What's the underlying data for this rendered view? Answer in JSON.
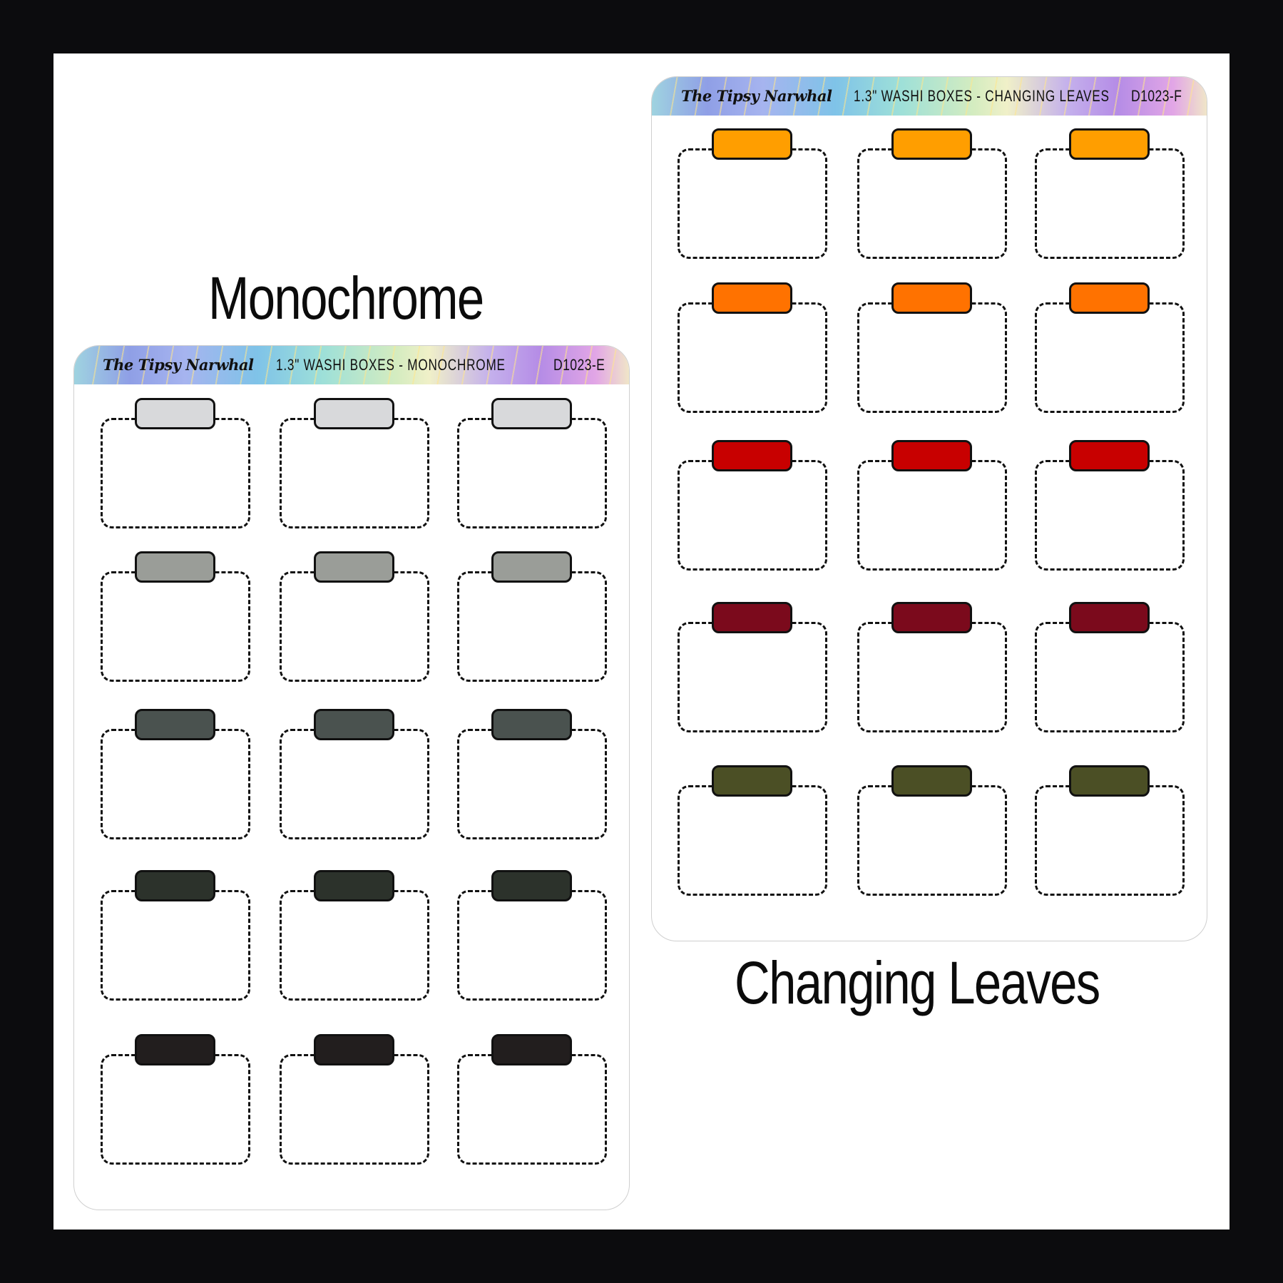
{
  "page": {
    "background_frame": "#0c0c0e",
    "canvas": "#ffffff"
  },
  "monochrome": {
    "label": "Monochrome",
    "header": {
      "brand": "The Tipsy Narwhal",
      "title": "1.3\" WASHI BOXES - MONOCHROME",
      "code": "D1023-E"
    },
    "rows": [
      {
        "color": "#d8d9db"
      },
      {
        "color": "#9a9d98"
      },
      {
        "color": "#4a524f"
      },
      {
        "color": "#2c322b"
      },
      {
        "color": "#221e1e"
      }
    ],
    "columns": 3
  },
  "changing_leaves": {
    "label": "Changing Leaves",
    "header": {
      "brand": "The Tipsy Narwhal",
      "title": "1.3\" WASHI BOXES - CHANGING LEAVES",
      "code": "D1023-F"
    },
    "rows": [
      {
        "color": "#ff9e00"
      },
      {
        "color": "#ff7200"
      },
      {
        "color": "#c80000"
      },
      {
        "color": "#7b0a1c"
      },
      {
        "color": "#4b4f25"
      }
    ],
    "columns": 3
  }
}
